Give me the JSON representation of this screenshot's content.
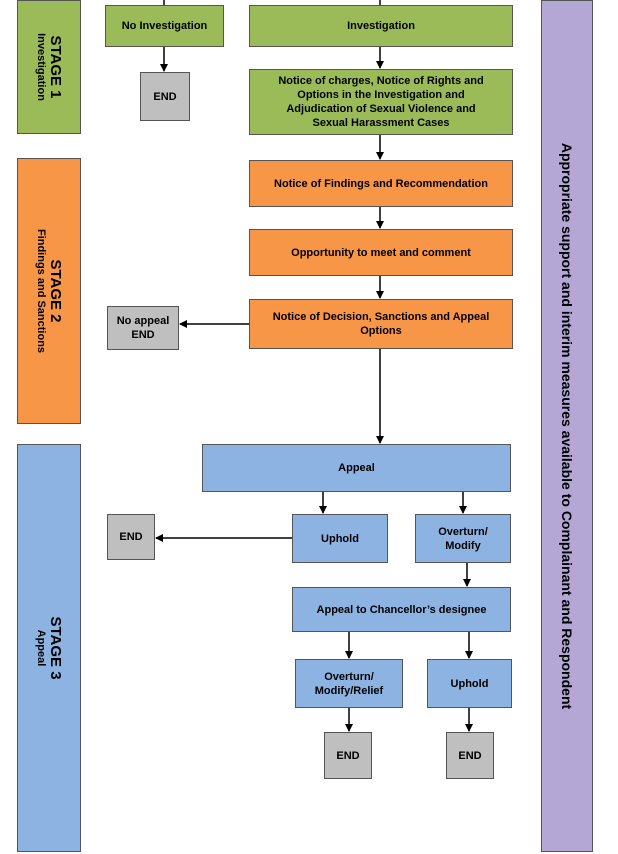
{
  "stages": {
    "stage1": {
      "title": "STAGE 1",
      "subtitle": "Investigation"
    },
    "stage2": {
      "title": "STAGE 2",
      "subtitle": "Findings  and Sanctions"
    },
    "stage3": {
      "title": "STAGE 3",
      "subtitle": "Appeal"
    }
  },
  "side_panel": {
    "text": "Appropriate support and interim measures available to Complainant and Respondent"
  },
  "nodes": {
    "no_investigation": "No Investigation",
    "investigation": "Investigation",
    "end_1": "END",
    "notice_of_charges": "Notice of charges, Notice of Rights and Options in the Investigation and Adjudication of Sexual Violence and Sexual Harassment Cases",
    "notice_of_findings": "Notice of Findings and Recommendation",
    "opportunity": "Opportunity to meet and comment",
    "notice_of_decision": "Notice of Decision, Sanctions and Appeal Options",
    "no_appeal_line1": "No appeal",
    "no_appeal_line2": "END",
    "appeal": "Appeal",
    "uphold_1": "Uphold",
    "overturn_modify": "Overturn/ Modify",
    "end_2": "END",
    "appeal_chancellor": "Appeal to Chancellor’s designee",
    "overturn_modify_relief": "Overturn/ Modify/Relief",
    "uphold_2": "Uphold",
    "end_3": "END",
    "end_4": "END"
  },
  "colors": {
    "stage1": "#9bbb59",
    "stage2": "#f79646",
    "stage3": "#8db3e2",
    "end": "#bfbfbf",
    "side_panel": "#b4a7d6"
  }
}
